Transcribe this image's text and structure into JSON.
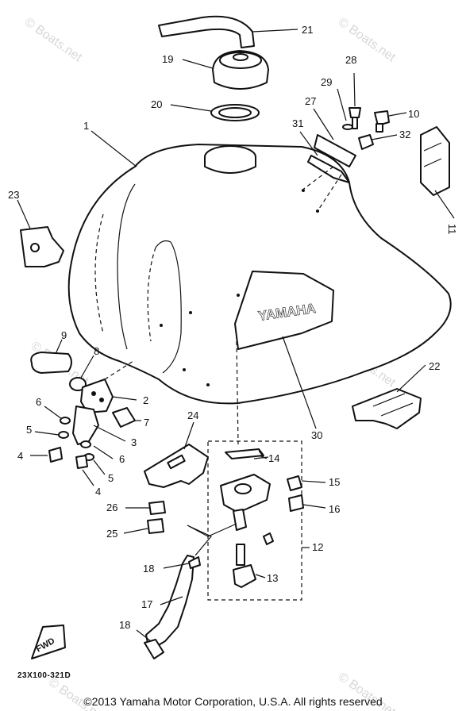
{
  "diagram": {
    "brand_label": "YAMAHA",
    "fwd_label": "FWD",
    "part_code": "23X100-321D",
    "copyright": "©2013 Yamaha Motor Corporation, U.S.A. All rights reserved",
    "watermark": "© Boats.net",
    "callouts": {
      "p1": "1",
      "p2": "2",
      "p3": "3",
      "p4a": "4",
      "p4b": "4",
      "p5a": "5",
      "p5b": "5",
      "p6a": "6",
      "p6b": "6",
      "p7": "7",
      "p8": "8",
      "p9": "9",
      "p10": "10",
      "p11": "11",
      "p12": "12",
      "p13": "13",
      "p14": "14",
      "p15": "15",
      "p16": "16",
      "p17": "17",
      "p18a": "18",
      "p18b": "18",
      "p19": "19",
      "p20": "20",
      "p21": "21",
      "p22": "22",
      "p23": "23",
      "p24": "24",
      "p25": "25",
      "p26": "26",
      "p27": "27",
      "p28": "28",
      "p29": "29",
      "p30": "30",
      "p31": "31",
      "p32": "32"
    }
  }
}
